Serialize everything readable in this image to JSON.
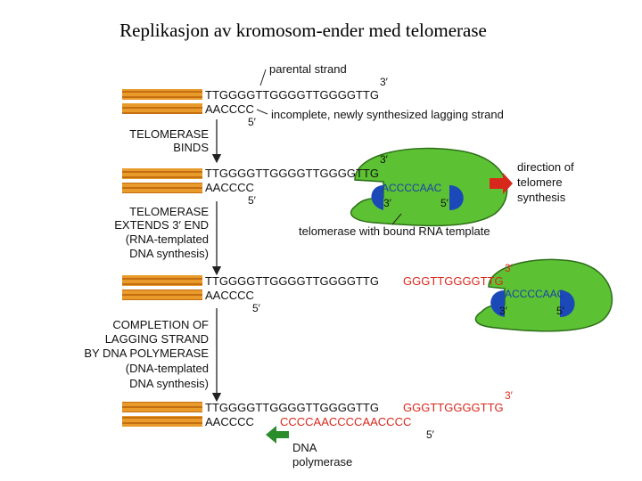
{
  "title": "Replikasjon av kromosom-ender med telomerase",
  "labels": {
    "parental_strand": "parental strand",
    "incomplete_strand": "incomplete, newly synthesized lagging strand",
    "telomerase_binds_1": "TELOMERASE",
    "telomerase_binds_2": "BINDS",
    "direction_1": "direction of",
    "direction_2": "telomere",
    "direction_3": "synthesis",
    "telomerase_rna": "telomerase with bound RNA template",
    "extends_1": "TELOMERASE",
    "extends_2": "EXTENDS 3′ END",
    "extends_3": "(RNA-templated",
    "extends_4": "DNA synthesis)",
    "completion_1": "COMPLETION OF",
    "completion_2": "LAGGING STRAND",
    "completion_3": "BY DNA POLYMERASE",
    "completion_4": "(DNA-templated",
    "completion_5": "DNA synthesis)",
    "polymerase_1": "DNA",
    "polymerase_2": "polymerase"
  },
  "sequences": {
    "top_1": "TTGGGGTTGGGGTTGGGGTTG",
    "bottom_1": "AACCCC",
    "top_2": "TTGGGGTTGGGGTTGGGGTTG",
    "bottom_2": "AACCCC",
    "rna_template": "ACCCCAAC",
    "top_3_black": "TTGGGGTTGGGGTTGGGGTTG",
    "top_3_red": "GGGTTGGGGTTG",
    "bottom_3": "AACCCC",
    "rna_template_3": "ACCCCAAC",
    "top_4_black": "TTGGGGTTGGGGTTGGGGTTG",
    "top_4_red": "GGGTTGGGGTTG",
    "bottom_4_black": "AACCCC",
    "bottom_4_red": "CCCCAACCCCAACCCC"
  },
  "primes": {
    "three": "3′",
    "five": "5′"
  },
  "colors": {
    "dna_orange": "#e08a1e",
    "dna_stripe": "#b3610a",
    "telomerase_green": "#5cc234",
    "template_blue": "#1c49b8",
    "new_dna_red": "#d8281c",
    "arrow_red": "#d8281c",
    "polymerase_arrow_green": "#2a8c2a"
  }
}
